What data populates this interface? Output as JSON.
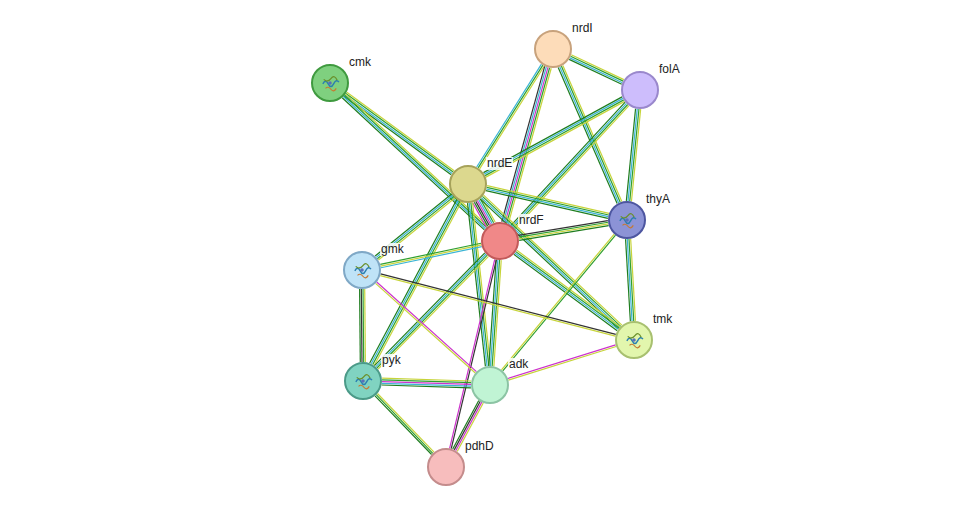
{
  "diagram": {
    "nodes": [
      {
        "text": [
          "cmk"
        ]
      },
      {
        "text": [
          "nrdI"
        ]
      },
      {
        "text": [
          "folA"
        ]
      },
      {
        "text": [
          "nrdE"
        ]
      },
      {
        "text": [
          "nrdF"
        ]
      },
      {
        "text": [
          "thyA"
        ]
      },
      {
        "text": [
          "gmk"
        ]
      },
      {
        "text": [
          "tmk"
        ]
      },
      {
        "text": [
          "pyk"
        ]
      },
      {
        "text": [
          "adk"
        ]
      },
      {
        "text": [
          "pdhD"
        ]
      }
    ],
    "edges": [
      {
        "from": 0,
        "to": 3,
        "arrow": "none"
      },
      {
        "from": 0,
        "to": 4,
        "arrow": "none"
      },
      {
        "from": 1,
        "to": 3,
        "arrow": "none"
      },
      {
        "from": 1,
        "to": 4,
        "arrow": "none"
      },
      {
        "from": 1,
        "to": 2,
        "arrow": "none"
      },
      {
        "from": 1,
        "to": 5,
        "arrow": "none"
      },
      {
        "from": 2,
        "to": 3,
        "arrow": "none"
      },
      {
        "from": 2,
        "to": 4,
        "arrow": "none"
      },
      {
        "from": 2,
        "to": 5,
        "arrow": "none"
      },
      {
        "from": 3,
        "to": 4,
        "arrow": "none"
      },
      {
        "from": 3,
        "to": 5,
        "arrow": "none"
      },
      {
        "from": 3,
        "to": 7,
        "arrow": "none"
      },
      {
        "from": 3,
        "to": 6,
        "arrow": "none"
      },
      {
        "from": 3,
        "to": 8,
        "arrow": "none"
      },
      {
        "from": 3,
        "to": 9,
        "arrow": "none"
      },
      {
        "from": 4,
        "to": 5,
        "arrow": "none"
      },
      {
        "from": 4,
        "to": 7,
        "arrow": "none"
      },
      {
        "from": 4,
        "to": 6,
        "arrow": "none"
      },
      {
        "from": 4,
        "to": 8,
        "arrow": "none"
      },
      {
        "from": 4,
        "to": 9,
        "arrow": "none"
      },
      {
        "from": 4,
        "to": 10,
        "arrow": "none"
      },
      {
        "from": 5,
        "to": 7,
        "arrow": "none"
      },
      {
        "from": 5,
        "to": 9,
        "arrow": "none"
      },
      {
        "from": 6,
        "to": 8,
        "arrow": "none"
      },
      {
        "from": 6,
        "to": 9,
        "arrow": "none"
      },
      {
        "from": 6,
        "to": 7,
        "arrow": "none"
      },
      {
        "from": 8,
        "to": 9,
        "arrow": "none"
      },
      {
        "from": 8,
        "to": 10,
        "arrow": "none"
      },
      {
        "from": 9,
        "to": 10,
        "arrow": "none"
      },
      {
        "from": 9,
        "to": 7,
        "arrow": "none"
      }
    ]
  }
}
